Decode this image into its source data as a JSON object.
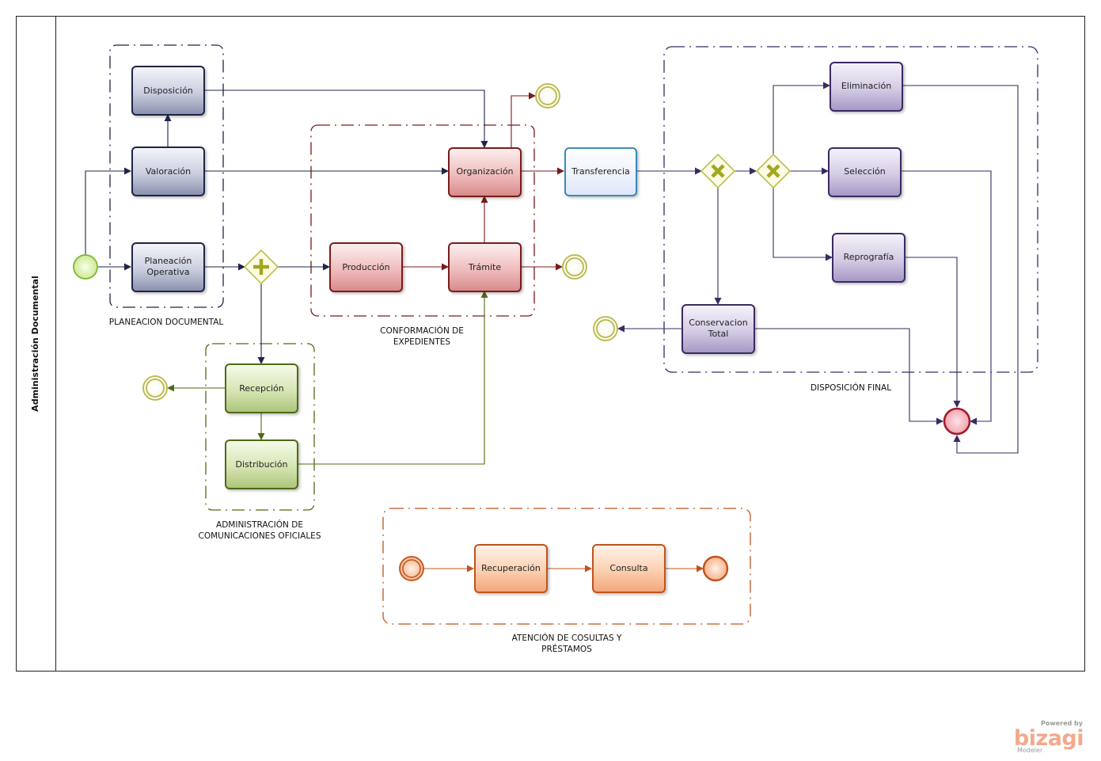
{
  "pool": {
    "label": "Administración Documental"
  },
  "colors": {
    "navy": "#1f2547",
    "maroon": "#7a1a1a",
    "green": "#4f6a13",
    "teal": "#2a7fb1",
    "purple": "#3b2a63",
    "orange": "#c0531d",
    "gateway": "#c7cc2f"
  },
  "groups": {
    "planeacion": "PLANEACION DOCUMENTAL",
    "conformacion": [
      "CONFORMACIÓN DE",
      "EXPEDIENTES"
    ],
    "comunicaciones": [
      "ADMINISTRACIÓN DE",
      "COMUNICACIONES OFICIALES"
    ],
    "disposicion": "DISPOSICIÓN FINAL",
    "atencion": [
      "ATENCIÓN DE COSULTAS Y",
      "PRÉSTAMOS"
    ]
  },
  "tasks": {
    "disposicion": "Disposición",
    "valoracion": "Valoración",
    "planeacion": [
      "Planeación",
      "Operativa"
    ],
    "produccion": "Producción",
    "tramite": "Trámite",
    "organizacion": "Organización",
    "transferencia": "Transferencia",
    "recepcion": "Recepción",
    "distribucion": "Distribución",
    "eliminacion": "Eliminación",
    "seleccion": "Selección",
    "reprografia": "Reprografía",
    "conservacion": [
      "Conservacion",
      "Total"
    ],
    "recuperacion": "Recuperación",
    "consulta": "Consulta"
  },
  "watermark": {
    "powered": "Powered by",
    "brand": "bizagi",
    "product": "Modeler"
  }
}
